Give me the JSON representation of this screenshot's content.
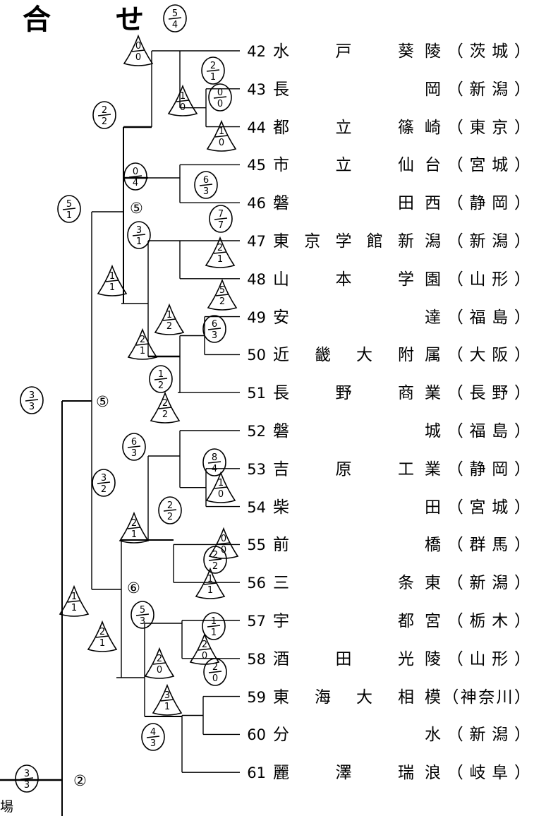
{
  "title": "合　せ",
  "venue_fragment": "場",
  "teams": [
    {
      "num": "42",
      "name": "水戸葵",
      "pref": "陵（茨城）"
    },
    {
      "num": "43",
      "name": "長",
      "pref": "岡（新潟）"
    },
    {
      "num": "44",
      "name": "都立篠",
      "pref": "崎（東京）"
    },
    {
      "num": "45",
      "name": "市立仙",
      "pref": "台（宮城）"
    },
    {
      "num": "46",
      "name": "磐田",
      "pref": "西（静岡）"
    },
    {
      "num": "47",
      "name": "東京学館新",
      "pref": "潟（新潟）"
    },
    {
      "num": "48",
      "name": "山本学",
      "pref": "園（山形）"
    },
    {
      "num": "49",
      "name": "安",
      "pref": "達（福島）"
    },
    {
      "num": "50",
      "name": "近畿大附",
      "pref": "属（大阪）"
    },
    {
      "num": "51",
      "name": "長野商",
      "pref": "業（長野）"
    },
    {
      "num": "52",
      "name": "磐",
      "pref": "城（福島）"
    },
    {
      "num": "53",
      "name": "吉原工",
      "pref": "業（静岡）"
    },
    {
      "num": "54",
      "name": "柴",
      "pref": "田（宮城）"
    },
    {
      "num": "55",
      "name": "前",
      "pref": "橋（群馬）"
    },
    {
      "num": "56",
      "name": "三条",
      "pref": "東（新潟）"
    },
    {
      "num": "57",
      "name": "宇都",
      "pref": "宮（栃木）"
    },
    {
      "num": "58",
      "name": "酒田光",
      "pref": "陵（山形）"
    },
    {
      "num": "59",
      "name": "東海大相",
      "pref": "模（神奈川）"
    },
    {
      "num": "60",
      "name": "分",
      "pref": "水（新潟）"
    },
    {
      "num": "61",
      "name": "麗澤瑞",
      "pref": "浪（岐阜）"
    }
  ],
  "court_markers": [
    "⑤",
    "⑤",
    "⑥",
    "②"
  ],
  "score_annotations": [
    {
      "shape": "circle",
      "top": "5",
      "bottom": "4"
    },
    {
      "shape": "triangle",
      "top": "0",
      "bottom": "0"
    },
    {
      "shape": "circle",
      "top": "2",
      "bottom": "1"
    },
    {
      "shape": "triangle",
      "top": "1",
      "bottom": "0"
    },
    {
      "shape": "circle",
      "top": "0",
      "bottom": "0"
    },
    {
      "shape": "triangle",
      "top": "1",
      "bottom": "0"
    },
    {
      "shape": "circle",
      "top": "2",
      "bottom": "2"
    },
    {
      "shape": "circle",
      "top": "0",
      "bottom": "4"
    },
    {
      "shape": "circle",
      "top": "6",
      "bottom": "3"
    },
    {
      "shape": "circle",
      "top": "5",
      "bottom": "1"
    },
    {
      "shape": "circle",
      "top": "7",
      "bottom": "7"
    },
    {
      "shape": "circle",
      "top": "3",
      "bottom": "1"
    },
    {
      "shape": "triangle",
      "top": "2",
      "bottom": "1"
    },
    {
      "shape": "triangle",
      "top": "1",
      "bottom": "1"
    },
    {
      "shape": "triangle",
      "top": "5",
      "bottom": "2"
    },
    {
      "shape": "triangle",
      "top": "1",
      "bottom": "2"
    },
    {
      "shape": "circle",
      "top": "6",
      "bottom": "3"
    },
    {
      "shape": "triangle",
      "top": "2",
      "bottom": "1"
    },
    {
      "shape": "circle",
      "top": "1",
      "bottom": "2"
    },
    {
      "shape": "circle",
      "top": "3",
      "bottom": "3"
    },
    {
      "shape": "triangle",
      "top": "2",
      "bottom": "2"
    },
    {
      "shape": "circle",
      "top": "6",
      "bottom": "3"
    },
    {
      "shape": "circle",
      "top": "8",
      "bottom": "4"
    },
    {
      "shape": "triangle",
      "top": "1",
      "bottom": "0"
    },
    {
      "shape": "circle",
      "top": "3",
      "bottom": "2"
    },
    {
      "shape": "circle",
      "top": "2",
      "bottom": "2"
    },
    {
      "shape": "triangle",
      "top": "0",
      "bottom": "0"
    },
    {
      "shape": "triangle",
      "top": "2",
      "bottom": "1"
    },
    {
      "shape": "circle",
      "top": "2",
      "bottom": "2"
    },
    {
      "shape": "triangle",
      "top": "1",
      "bottom": "1"
    },
    {
      "shape": "circle",
      "top": "5",
      "bottom": "3"
    },
    {
      "shape": "triangle",
      "top": "1",
      "bottom": "1"
    },
    {
      "shape": "circle",
      "top": "1",
      "bottom": "1"
    },
    {
      "shape": "triangle",
      "top": "2",
      "bottom": "1"
    },
    {
      "shape": "triangle",
      "top": "2",
      "bottom": "0"
    },
    {
      "shape": "triangle",
      "top": "2",
      "bottom": "0"
    },
    {
      "shape": "circle",
      "top": "2",
      "bottom": "0"
    },
    {
      "shape": "triangle",
      "top": "3",
      "bottom": "1"
    },
    {
      "shape": "circle",
      "top": "4",
      "bottom": "3"
    },
    {
      "shape": "circle",
      "top": "3",
      "bottom": "3"
    }
  ]
}
